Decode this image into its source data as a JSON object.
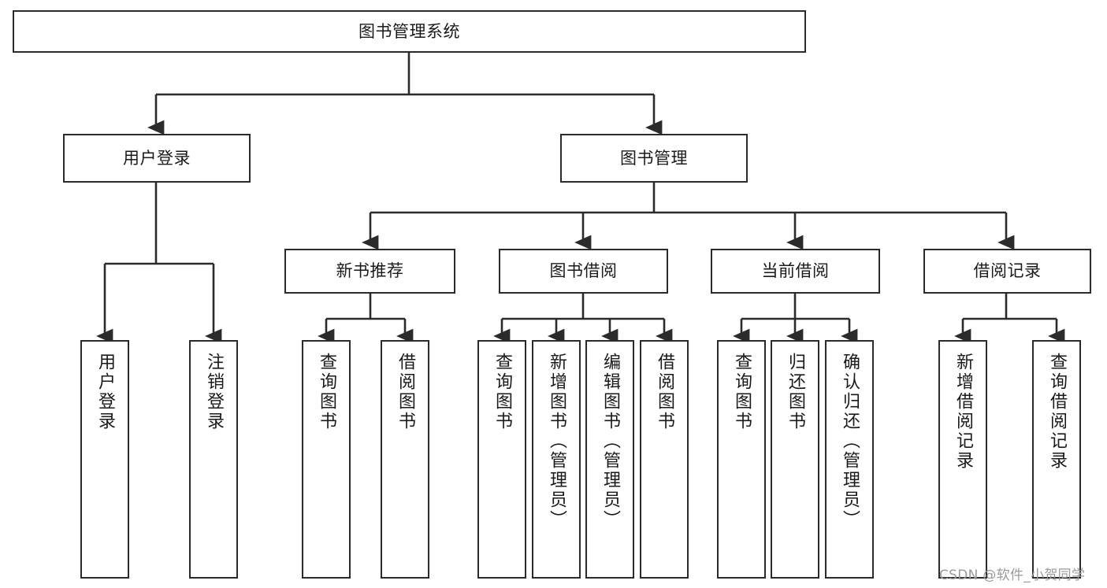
{
  "diagram": {
    "title": "图书管理系统",
    "colors": {
      "stroke": "#2b2b2b",
      "background": "#ffffff",
      "text": "#1a1a1a",
      "watermark": "#9a9a9a"
    },
    "root": {
      "label": "图书管理系统"
    },
    "level2": [
      {
        "label": "用户登录"
      },
      {
        "label": "图书管理"
      }
    ],
    "level3": [
      {
        "label": "新书推荐"
      },
      {
        "label": "图书借阅"
      },
      {
        "label": "当前借阅"
      },
      {
        "label": "借阅记录"
      }
    ],
    "leaves": {
      "user_login": [
        {
          "label": "用户登录"
        },
        {
          "label": "注销登录"
        }
      ],
      "new_book_recommend": [
        {
          "label": "查询图书"
        },
        {
          "label": "借阅图书"
        }
      ],
      "book_borrow": [
        {
          "label": "查询图书"
        },
        {
          "label": "新增图书（管理员）"
        },
        {
          "label": "编辑图书（管理员）"
        },
        {
          "label": "借阅图书"
        }
      ],
      "current_borrow": [
        {
          "label": "查询图书"
        },
        {
          "label": "归还图书"
        },
        {
          "label": "确认归还（管理员）"
        }
      ],
      "borrow_record": [
        {
          "label": "新增借阅记录"
        },
        {
          "label": "查询借阅记录"
        }
      ]
    },
    "watermark": "CSDN @软件_小贺同学"
  }
}
